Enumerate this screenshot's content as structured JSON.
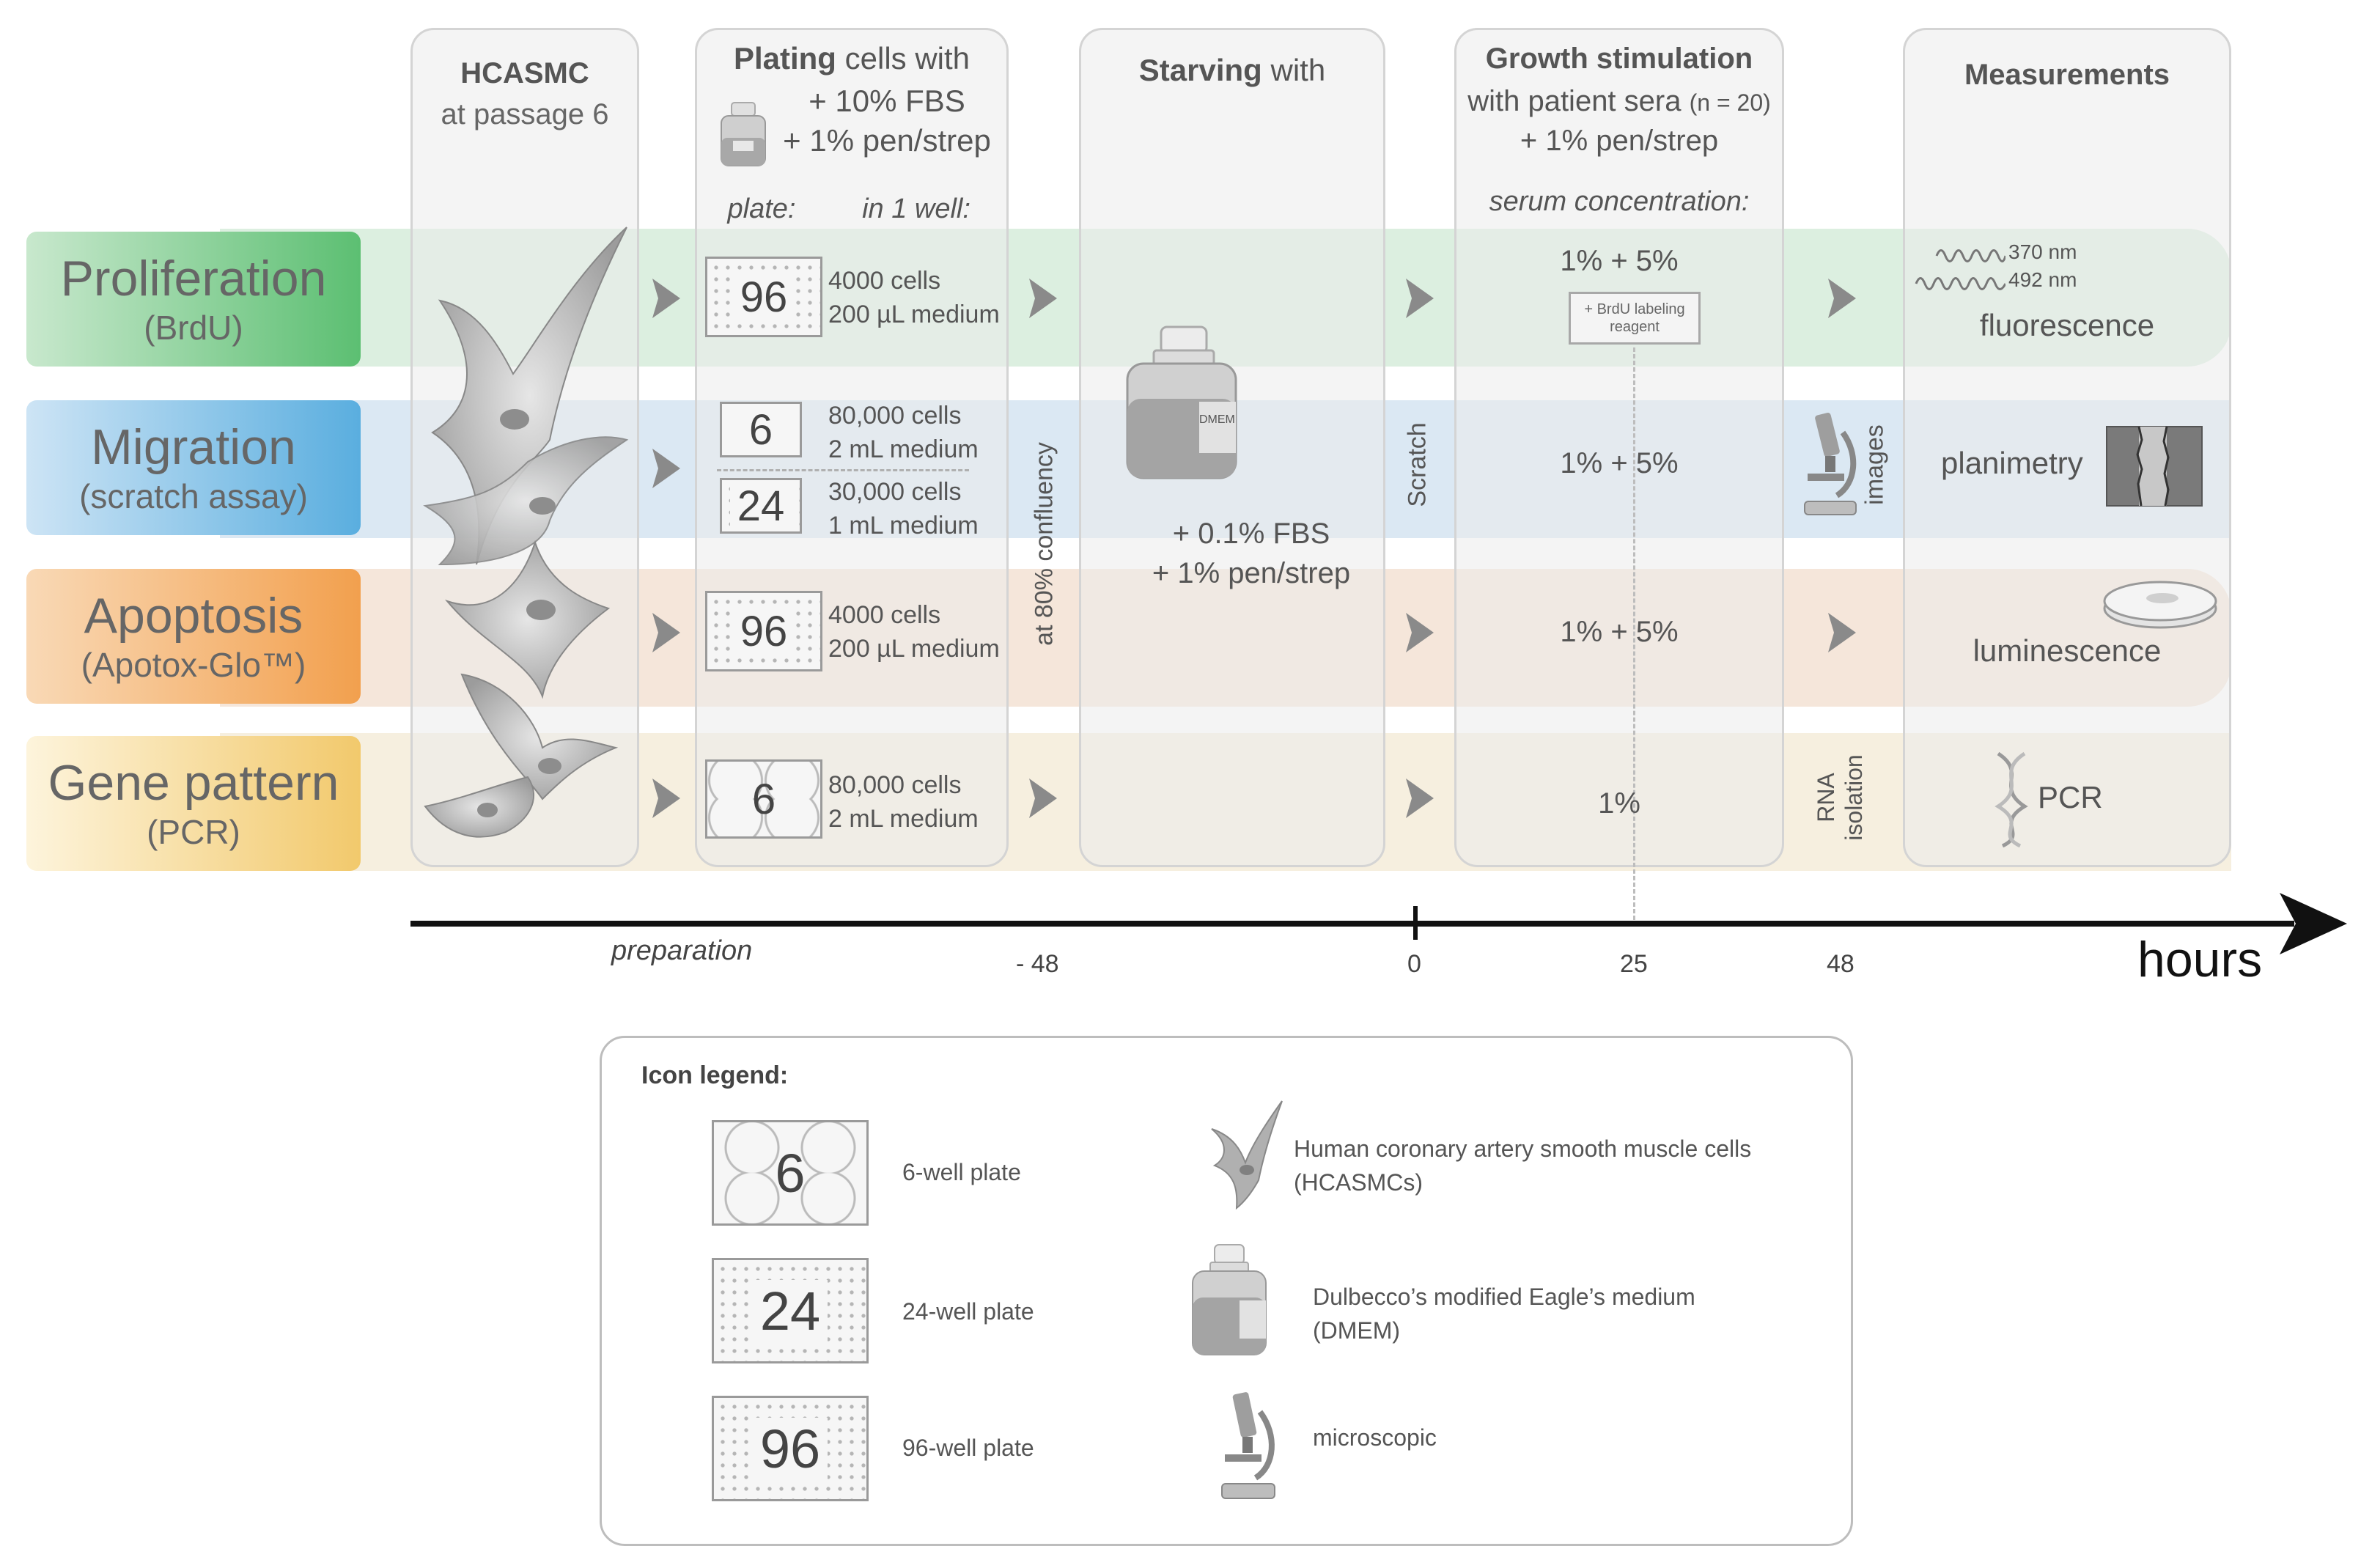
{
  "columns": {
    "hcasmc": {
      "title": "HCASMC",
      "subtitle": "at passage 6"
    },
    "plating": {
      "title_bold": "Plating",
      "title_rest": " cells with",
      "line1": "+ 10% FBS",
      "line2": "+ 1% pen/strep",
      "plate_label": "plate:",
      "well_label": "in 1 well:"
    },
    "starving": {
      "title_bold": "Starving",
      "title_rest": " with",
      "dmem": "DMEM",
      "line1": "+ 0.1% FBS",
      "line2": "+ 1% pen/strep"
    },
    "growth": {
      "title": "Growth stimulation",
      "line1_main": "with patient sera",
      "line1_n": "(n = 20)",
      "line2": "+ 1% pen/strep",
      "serum_label": "serum concentration:"
    },
    "measure": {
      "title": "Measurements"
    }
  },
  "rows": [
    {
      "name": "Proliferation",
      "sub": "(BrdU)",
      "color_from": "#b6e0bf",
      "color_to": "#5cbf72",
      "band_color": "#dcefe0"
    },
    {
      "name": "Migration",
      "sub": "(scratch assay)",
      "color_from": "#bedcf2",
      "color_to": "#5aaedf",
      "band_color": "#dbe8f3"
    },
    {
      "name": "Apoptosis",
      "sub": "(Apotox-Glo™)",
      "color_from": "#f7cea3",
      "color_to": "#f2a04e",
      "band_color": "#f5e6da"
    },
    {
      "name": "Gene pattern",
      "sub": "(PCR)",
      "color_from": "#fbf0cf",
      "color_to": "#f2c96c",
      "band_color": "#f6efdf"
    }
  ],
  "plates": {
    "prolif": {
      "num": "96",
      "cells": "4000 cells",
      "medium": "200 µL medium"
    },
    "mig1": {
      "num": "6",
      "cells": "80,000 cells",
      "medium": "2 mL medium"
    },
    "mig2": {
      "num": "24",
      "cells": "30,000 cells",
      "medium": "1 mL medium"
    },
    "apop": {
      "num": "96",
      "cells": "4000 cells",
      "medium": "200 µL medium"
    },
    "gene": {
      "num": "6",
      "cells": "80,000 cells",
      "medium": "2 mL medium"
    }
  },
  "confluency": "at 80% confluency",
  "scratch": "Scratch",
  "growth_values": {
    "prolif": "1% + 5%",
    "prolif_reagent": "+ BrdU labeling reagent",
    "mig": "1% + 5%",
    "apop": "1% + 5%",
    "gene": "1%"
  },
  "between": {
    "images": "images",
    "rna1": "RNA",
    "rna2": "isolation"
  },
  "measurements": {
    "nm1": "370 nm",
    "nm2": "492 nm",
    "fluor": "fluorescence",
    "planimetry": "planimetry",
    "luminescence": "luminescence",
    "pcr": "PCR"
  },
  "timeline": {
    "preparation": "preparation",
    "t1": "- 48",
    "t2": "0",
    "t3": "25",
    "t4": "48",
    "unit": "hours"
  },
  "legend": {
    "title": "Icon legend:",
    "p6": {
      "num": "6",
      "label": "6-well plate"
    },
    "p24": {
      "num": "24",
      "label": "24-well plate"
    },
    "p96": {
      "num": "96",
      "label": "96-well plate"
    },
    "cell_1": "Human coronary artery smooth muscle cells",
    "cell_2": "(HCASMCs)",
    "dmem_1": "Dulbecco’s modified Eagle’s medium",
    "dmem_2": "(DMEM)",
    "micro": "microscopic"
  }
}
